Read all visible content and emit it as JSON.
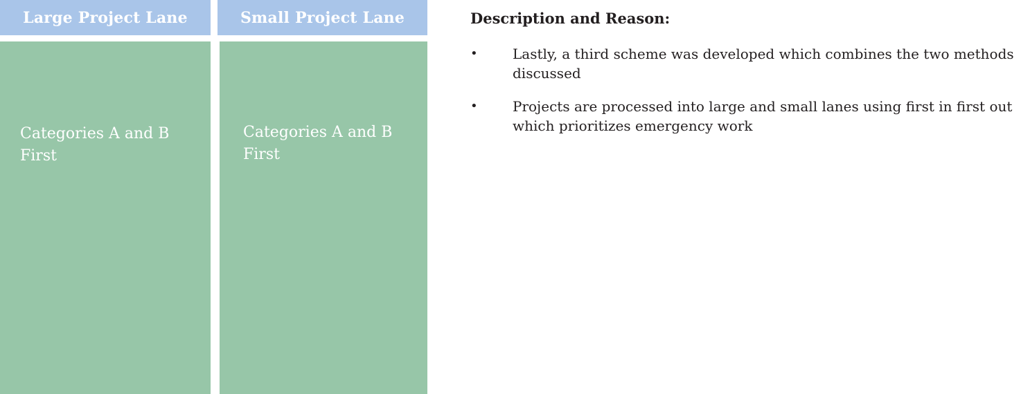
{
  "lanes": [
    {
      "header": "Large Project Lane",
      "body": "Categories A and B First"
    },
    {
      "header": "Small Project Lane",
      "body": "Categories A and B First"
    }
  ],
  "description": {
    "title": "Description and Reason:",
    "bullets": [
      "Lastly, a third scheme was developed which combines the two methods discussed",
      "Projects are processed into large and small lanes using first in first out which prioritizes emergency work"
    ],
    "bullet_glyph": "•"
  },
  "colors": {
    "header_bg": "#a9c5e9",
    "lane_bg": "#97c6a8",
    "lane_text": "#ffffff",
    "body_text": "#231f20"
  }
}
